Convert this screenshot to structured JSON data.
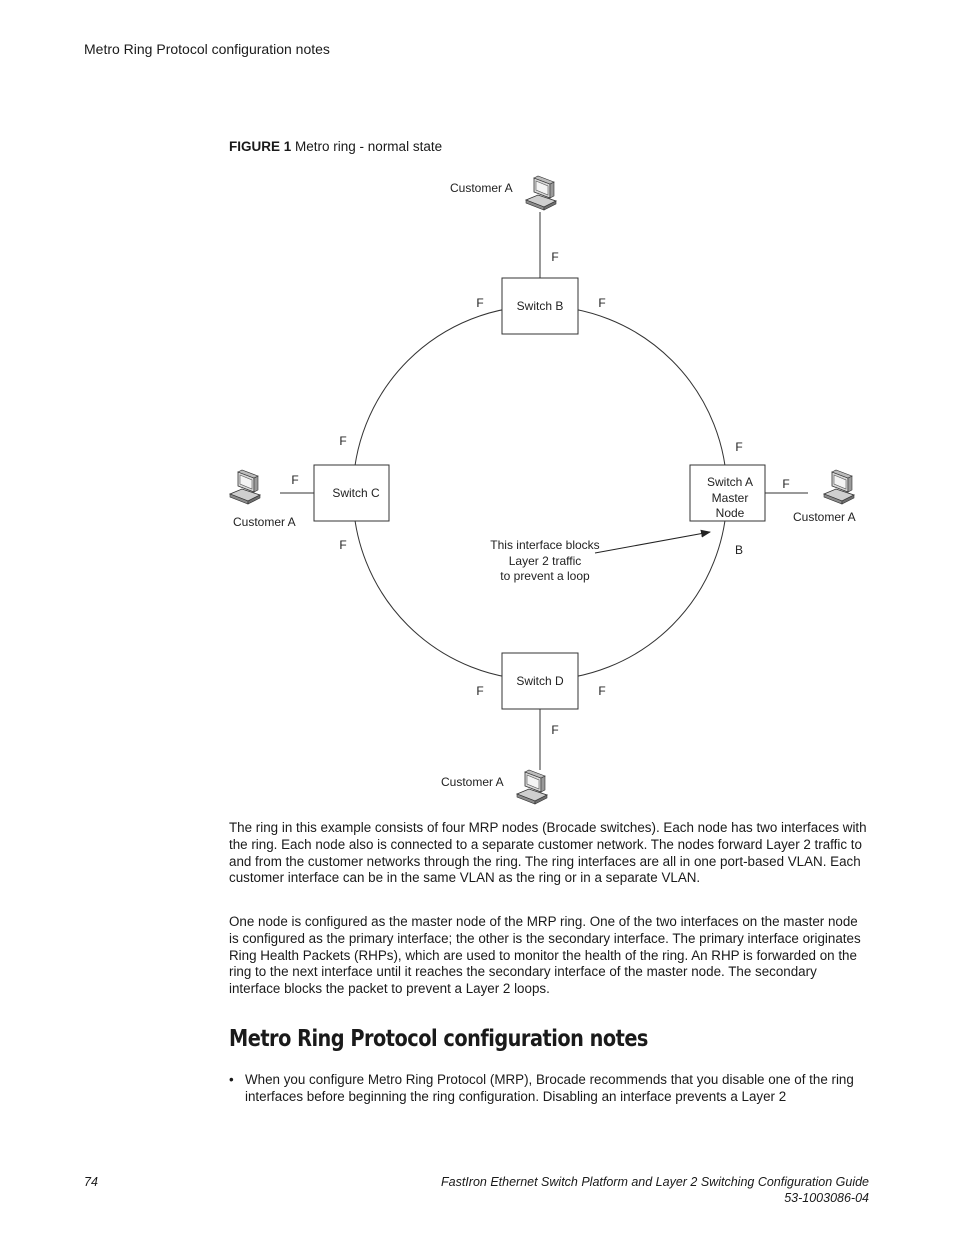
{
  "header": {
    "running_title": "Metro Ring Protocol configuration notes"
  },
  "figure": {
    "label": "FIGURE 1",
    "title": "Metro ring - normal state",
    "switches": {
      "b": "Switch B",
      "c": "Switch C",
      "a_line1": "Switch A",
      "a_line2": "Master",
      "a_line3": "Node",
      "d": "Switch D"
    },
    "customers": {
      "top": "Customer A",
      "left": "Customer A",
      "right": "Customer A",
      "bottom": "Customer A"
    },
    "port_forward": "F",
    "port_blocked": "B",
    "annotation": {
      "line1": "This interface blocks",
      "line2": "Layer 2 traffic",
      "line3": "to prevent a loop"
    }
  },
  "body": {
    "paragraph1": "The ring in this example consists of four MRP nodes (Brocade switches). Each node has two interfaces with the ring. Each node also is connected to a separate customer network. The nodes forward Layer 2 traffic to and from the customer networks through the ring. The ring interfaces are all in one port-based VLAN. Each customer interface can be in the same VLAN as the ring or in a separate VLAN.",
    "paragraph2": "One node is configured as the master node of the MRP ring. One of the two interfaces on the master node is configured as the primary interface; the other is the secondary interface. The primary interface originates Ring Health Packets (RHPs), which are used to monitor the health of the ring. An RHP is forwarded on the ring to the next interface until it reaches the secondary interface of the master node. The secondary interface blocks the packet to prevent a Layer 2 loops.",
    "section_heading": "Metro Ring Protocol configuration notes",
    "bullet_marker": "•",
    "bullet1": "When you configure Metro Ring Protocol (MRP), Brocade recommends that you disable one of the ring interfaces before beginning the ring configuration. Disabling an interface prevents a Layer 2"
  },
  "footer": {
    "page_number": "74",
    "guide_title": "FastIron Ethernet Switch Platform and Layer 2 Switching Configuration Guide",
    "doc_number": "53-1003086-04"
  }
}
